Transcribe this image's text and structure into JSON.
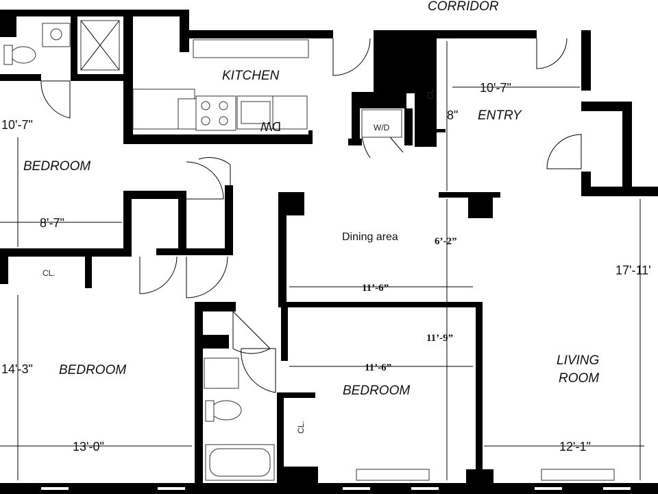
{
  "rooms": {
    "corridor": "CORRIDOR",
    "kitchen": "KITCHEN",
    "entry": "ENTRY",
    "bedroom_1": "BEDROOM",
    "bedroom_2": "BEDROOM",
    "bedroom_3": "BEDROOM",
    "living_room_line1": "LIVING",
    "living_room_line2": "ROOM",
    "dining_area": "Dining area"
  },
  "fixtures": {
    "closet_1": "CL.",
    "closet_2": "CL.",
    "closet_3": "CL.",
    "washer_dryer": "W/D",
    "dishwasher": "DW"
  },
  "dimensions": {
    "bedroom_top_height": "10'-7\"",
    "bedroom_top_width": "8'-7\"",
    "bedroom_left_height": "14'-3\"",
    "bedroom_left_width": "13'-0\"",
    "entry_width": "10'-7\"",
    "entry_height": "8\"",
    "dining_height": "6’-2”",
    "dining_width": "11’-6”",
    "bedroom_mid_height": "11’-9”",
    "bedroom_mid_width": "11’-6”",
    "living_height": "17'-11'",
    "living_width": "12'-1\""
  }
}
